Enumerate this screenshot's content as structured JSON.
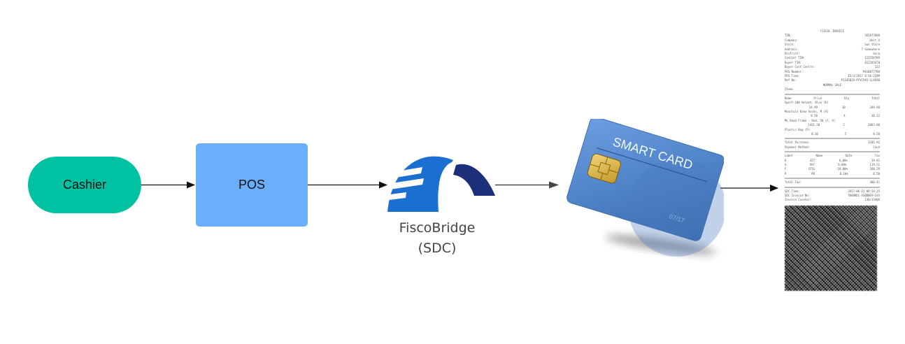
{
  "diagram": {
    "nodes": [
      {
        "id": "cashier",
        "label": "Cashier",
        "shape": "pill",
        "color": "#00c2a3"
      },
      {
        "id": "pos",
        "label": "POS",
        "shape": "rounded-rect",
        "color": "#6aaefc"
      },
      {
        "id": "fiscobridge",
        "label_line1": "FiscoBridge",
        "label_line2": "(SDC)",
        "shape": "logo-icon",
        "colors": [
          "#1a6fd1",
          "#1b2f7a"
        ]
      },
      {
        "id": "smart-card",
        "card_text": "SMART CARD",
        "expiry": "07/17",
        "shape": "card-image",
        "color": "#5b8fd0"
      },
      {
        "id": "fiscal-receipt",
        "shape": "receipt-image"
      }
    ],
    "edges": [
      {
        "from": "cashier",
        "to": "pos"
      },
      {
        "from": "pos",
        "to": "fiscobridge"
      },
      {
        "from": "fiscobridge",
        "to": "smart-card"
      },
      {
        "from": "smart-card",
        "to": "fiscal-receipt"
      }
    ]
  },
  "receipt": {
    "title": "FISCAL INVOICE",
    "header_rows": [
      {
        "k": "TIN:",
        "v": "565877888"
      },
      {
        "k": "Company:",
        "v": "Unit 4"
      },
      {
        "k": "Store:",
        "v": "Sun Store"
      },
      {
        "k": "Address:",
        "v": "7 Somewhere"
      },
      {
        "k": "District:",
        "v": "Gura"
      },
      {
        "k": "Cashier TIN:",
        "v": "122556789"
      },
      {
        "k": "Buyer TIN:",
        "v": "012345678"
      },
      {
        "k": "Buyer Cost Centre:",
        "v": "123"
      },
      {
        "k": "POS Number:",
        "v": "P018877788"
      },
      {
        "k": "POS Time:",
        "v": "15/3/2017 8:56:22AM"
      },
      {
        "k": "Ref No:",
        "v": "P1245BJ8-PFVC5A5-LLXXAB"
      }
    ],
    "section_normal": "NORMAL SALE",
    "items_label": "Items",
    "item_header": [
      "Name",
      "Price",
      "Qty",
      "Total"
    ],
    "items": [
      {
        "name": "Sport-100 Helmet, Blue (E)",
        "price": "34.99",
        "qty": "10",
        "total": "349.90"
      },
      {
        "name": "Mountain Bike Socks, M (A)",
        "price": "9.50",
        "qty": "4",
        "total": "38.12"
      },
      {
        "name": "ML Road Frame - Red, 58 (F, A)",
        "price": "1431.50",
        "qty": "2",
        "total": "2863.00"
      },
      {
        "name": "Plastic Bag (P)",
        "price": "0.10",
        "qty": "5",
        "total": "0.50"
      }
    ],
    "total_purchase_label": "Total Purchase:",
    "total_purchase": "3205.92",
    "payment_label": "Payment Method:",
    "payment": "Cash",
    "tax_header": [
      "Label",
      "Name",
      "Rate",
      "Tax"
    ],
    "tax_rows": [
      [
        "E",
        "ECT",
        "6.00%",
        "19.81"
      ],
      [
        "A",
        "VAT",
        "6.00%",
        "119.51"
      ],
      [
        "F",
        "STSL",
        "10.00%",
        "260.29"
      ],
      [
        "P",
        "PB",
        "0.10$",
        "0.50"
      ]
    ],
    "total_tax_label": "Total Tax:",
    "total_tax": "400.41",
    "footer_rows": [
      {
        "k": "SDC Time:",
        "v": "2017-06-15 08:54:25"
      },
      {
        "k": "SDC Invoice No:",
        "v": "7W4BKD1-XSBDBE9-LV4"
      },
      {
        "k": "Invoice Counter:",
        "v": "138/13406"
      }
    ]
  }
}
